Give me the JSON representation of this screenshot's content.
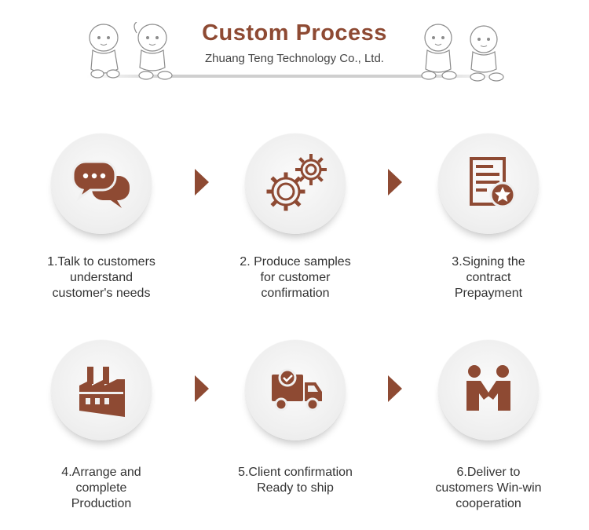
{
  "header": {
    "title": "Custom Process",
    "subtitle": "Zhuang Teng Technology Co., Ltd."
  },
  "steps": [
    {
      "line1": "1.Talk to customers",
      "line2": "understand",
      "line3": "customer's needs",
      "icon": "chat-bubbles-icon"
    },
    {
      "line1": "2. Produce samples",
      "line2": "for customer",
      "line3": "confirmation",
      "icon": "gears-icon"
    },
    {
      "line1": "3.Signing the",
      "line2": "contract",
      "line3": "Prepayment",
      "icon": "contract-star-icon"
    },
    {
      "line1": "4.Arrange and",
      "line2": "complete",
      "line3": "Production",
      "icon": "factory-icon"
    },
    {
      "line1": "5.Client confirmation",
      "line2": "Ready to ship",
      "line3": "",
      "icon": "delivery-truck-icon"
    },
    {
      "line1": "6.Deliver to",
      "line2": "customers Win-win",
      "line3": "cooperation",
      "icon": "handshake-icon"
    }
  ],
  "colors": {
    "accent": "#8e4a33",
    "circle": "#efefef",
    "text": "#333333"
  }
}
